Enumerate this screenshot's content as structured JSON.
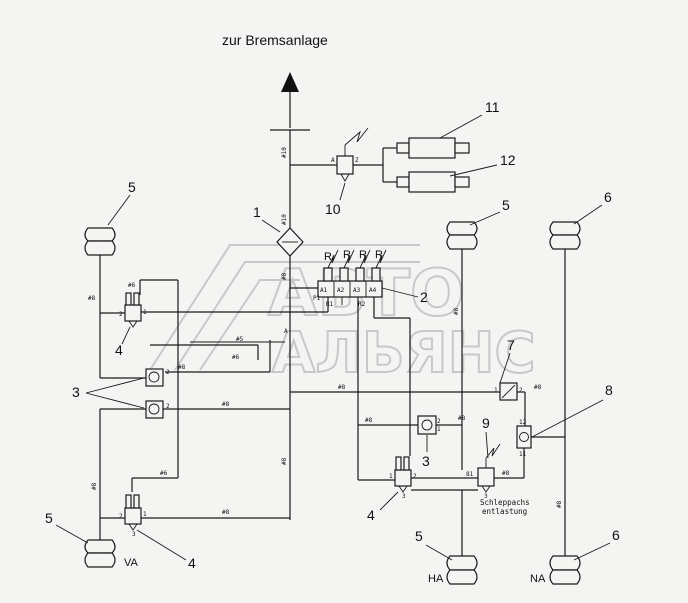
{
  "title": "zur Bremsanlage",
  "watermark": {
    "top": "АВТО",
    "bottom": "АЛЬЯНС"
  },
  "numbers": {
    "n1": "1",
    "n2": "2",
    "n3": "3",
    "n4": "4",
    "n5": "5",
    "n6": "6",
    "n7": "7",
    "n8": "8",
    "n9": "9",
    "n10": "10",
    "n11": "11",
    "n12": "12"
  },
  "labels": {
    "va": "VA",
    "ha": "HA",
    "na": "NA",
    "r": "R",
    "a": "A",
    "z": "Z",
    "a1": "A1",
    "a2": "A2",
    "a3": "A3",
    "a4": "A4",
    "p1": "P1",
    "r1": "R1",
    "r2": "R2",
    "one": "1",
    "two": "2",
    "three": "3",
    "l11": "11",
    "l12": "12",
    "l81": "81"
  },
  "line_labels": {
    "l5": "#5",
    "l6": "#6",
    "l8": "#8",
    "l10": "#10"
  },
  "note": {
    "line1": "Schleppachs",
    "line2": "entlastung"
  }
}
